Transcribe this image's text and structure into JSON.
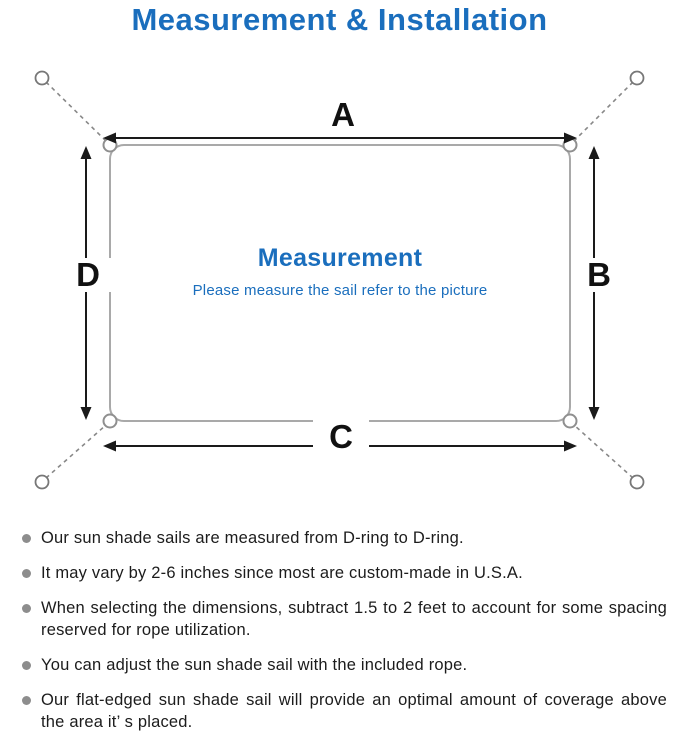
{
  "title": "Measurement & Installation",
  "colors": {
    "accent_blue": "#1a6ebd",
    "line_gray": "#888888",
    "dot_gray": "#8d8d8d",
    "arrow_black": "#1a1a1a"
  },
  "diagram": {
    "labels": {
      "top": "A",
      "right": "B",
      "bottom": "C",
      "left": "D"
    },
    "center_title": "Measurement",
    "center_subtitle": "Please measure the sail refer to the picture"
  },
  "bullets": [
    {
      "text": "Our sun shade sails are measured from D-ring to D-ring."
    },
    {
      "text": "It may vary by 2-6 inches since most are custom-made in U.S.A."
    },
    {
      "text": "When selecting the dimensions, subtract 1.5 to 2 feet to account for some spacing reserved for rope utilization."
    },
    {
      "text": "You can adjust the sun shade sail with the included rope."
    },
    {
      "text": "Our flat-edged sun shade sail will provide an optimal amount of coverage above the area it’ s placed."
    }
  ]
}
